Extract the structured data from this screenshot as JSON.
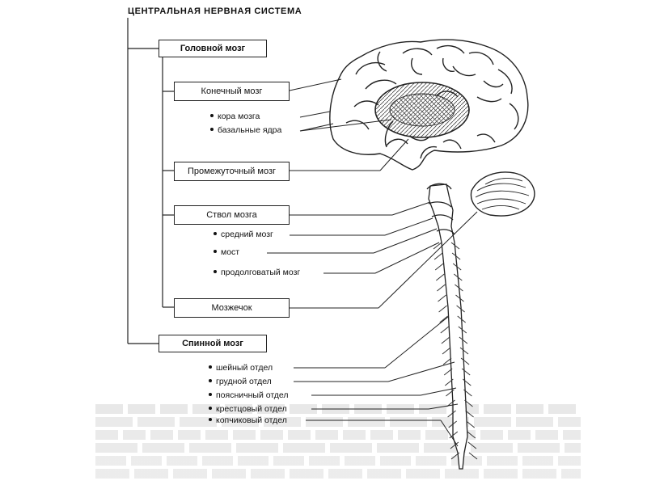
{
  "title": "ЦЕНТРАЛЬНАЯ НЕРВНАЯ СИСТЕМА",
  "brain": {
    "label": "Головной мозг",
    "telencephalon": {
      "label": "Конечный мозг",
      "items": [
        "кора мозга",
        "базальные ядра"
      ]
    },
    "diencephalon": {
      "label": "Промежуточный мозг"
    },
    "brainstem": {
      "label": "Ствол мозга",
      "items": [
        "средний мозг",
        "мост",
        "продолговатый мозг"
      ]
    },
    "cerebellum": {
      "label": "Мозжечок"
    }
  },
  "spinal_cord": {
    "label": "Спинной мозг",
    "items": [
      "шейный отдел",
      "грудной отдел",
      "поясничный отдел",
      "крестцовый отдел",
      "копчиковый отдел"
    ]
  }
}
